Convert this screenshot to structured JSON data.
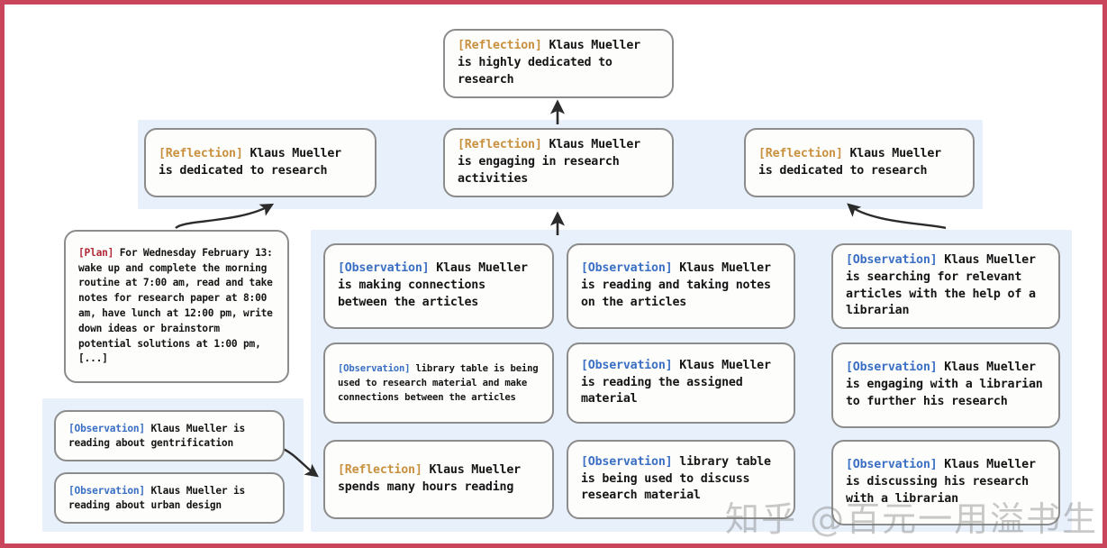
{
  "meta": {
    "watermark": "知乎 @百元一用溢书生",
    "border_color": "#c9455b",
    "panel_color": "#e8f0fb",
    "node_border_color": "#8c8c8c",
    "tag_colors": {
      "reflection": "#c8913f",
      "observation": "#3a6fc4",
      "plan": "#b02a37"
    }
  },
  "tags": {
    "reflection": "[Reflection]",
    "observation": "[Observation]",
    "plan": "[Plan]"
  },
  "top_node": {
    "tag": "[Reflection]",
    "text": " Klaus Mueller is highly dedicated to research"
  },
  "tier2": [
    {
      "tag": "[Reflection]",
      "text": " Klaus Mueller is dedicated to research"
    },
    {
      "tag": "[Reflection]",
      "text": " Klaus Mueller is engaging in research activities"
    },
    {
      "tag": "[Reflection]",
      "text": " Klaus Mueller is dedicated to research"
    }
  ],
  "plan_node": {
    "tag": "[Plan]",
    "text": " For Wednesday February 13: wake up and complete the morning routine at 7:00 am, read and take notes for research paper at 8:00 am, have lunch at 12:00 pm, write down ideas or brainstorm potential solutions at 1:00 pm, [...]"
  },
  "left_panel_nodes": [
    {
      "tag": "[Observation]",
      "text": " Klaus Mueller is reading about gentrification"
    },
    {
      "tag": "[Observation]",
      "text": " Klaus Mueller is reading about urban design"
    }
  ],
  "column_a": [
    {
      "tag": "[Observation]",
      "text": " Klaus Mueller is making connections between the articles"
    },
    {
      "tag": "[Observation]",
      "text": " library table is being used to research material and make connections between the articles"
    },
    {
      "tag": "[Reflection]",
      "text": " Klaus Mueller spends many hours reading"
    }
  ],
  "column_b": [
    {
      "tag": "[Observation]",
      "text": " Klaus Mueller is reading and taking notes on the articles"
    },
    {
      "tag": "[Observation]",
      "text": " Klaus Mueller is reading the assigned material"
    },
    {
      "tag": "[Observation]",
      "text": " library table is being used to discuss research material"
    }
  ],
  "column_c": [
    {
      "tag": "[Observation]",
      "text": " Klaus Mueller is searching for relevant articles with the help of a librarian"
    },
    {
      "tag": "[Observation]",
      "text": " Klaus Mueller is engaging with a librarian to further his research"
    },
    {
      "tag": "[Observation]",
      "text": " Klaus Mueller is discussing his research with a librarian"
    }
  ]
}
